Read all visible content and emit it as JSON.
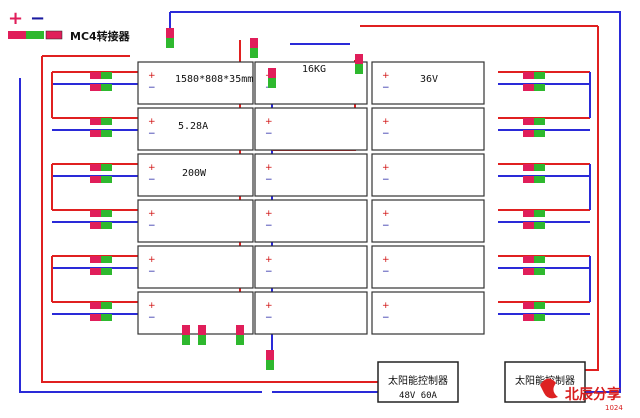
{
  "legend": {
    "plus_symbol": "+",
    "minus_symbol": "−",
    "connector_label": "MC4转接器",
    "plus_color": "#e01e5a",
    "minus_color": "#2eb82e"
  },
  "panel_specs": {
    "dimensions": "1580*808*35mm",
    "weight": "16KG",
    "voltage": "36V",
    "current": "5.28A",
    "power": "200W"
  },
  "panel_terminals": {
    "plus": "+",
    "minus": "−"
  },
  "controllers": [
    {
      "name": "太阳能控制器",
      "rating": "48V 60A"
    },
    {
      "name": "太阳能控制器",
      "rating": ""
    }
  ],
  "watermark": {
    "brand": "北辰分享",
    "code": "1024"
  },
  "colors": {
    "positive_wire": "#e02020",
    "negative_wire": "#2a2ad8",
    "panel_border": "#333333",
    "panel_fill": "#ffffff"
  }
}
